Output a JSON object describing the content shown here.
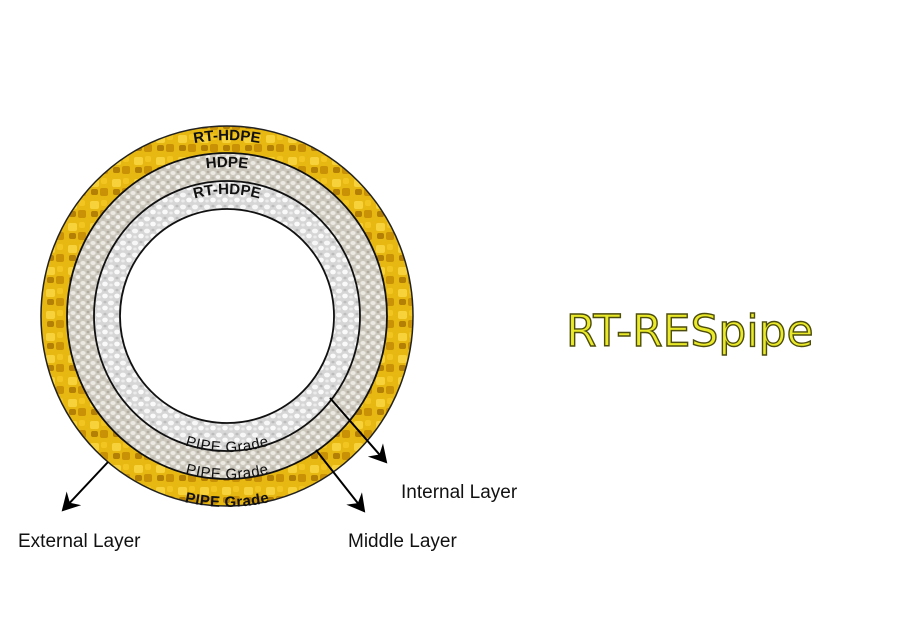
{
  "title": "RT-RESpipe",
  "rings": {
    "outer_top": "RT-HDPE",
    "middle_top": "HDPE",
    "inner_top": "RT-HDPE",
    "outer_bottom": "PIPE Grade",
    "middle_bottom": "PIPE Grade",
    "inner_bottom": "PIPE Grade"
  },
  "callouts": {
    "external": "External Layer",
    "middle": "Middle Layer",
    "internal": "Internal Layer"
  },
  "colors": {
    "outer": "#e6b50f",
    "middle": "#d9d5cc",
    "inner": "#e4e4e4",
    "title_fill": "#eaea2a",
    "title_stroke": "#5a5a10"
  }
}
